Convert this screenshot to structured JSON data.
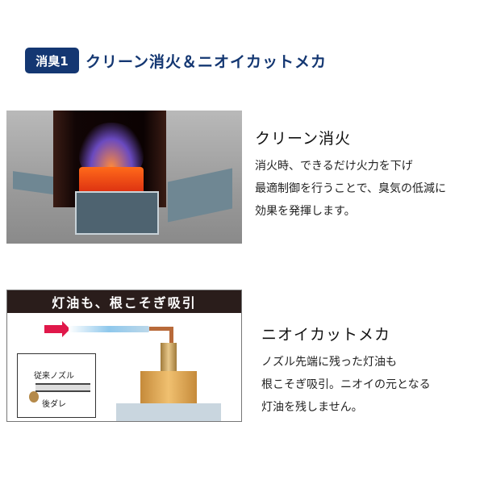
{
  "heading": {
    "badge": "消臭1",
    "title": "クリーン消火＆ニオイカットメカ",
    "accent_color": "#143772"
  },
  "section1": {
    "image_alt": "burner-cutaway-illustration",
    "title": "クリーン消火",
    "body_lines": [
      "消火時、できるだけ火力を下げ",
      "最適制御を行うことで、臭気の低減に",
      "効果を発揮します。"
    ]
  },
  "section2": {
    "image_header": "灯油も、根こそぎ吸引",
    "inset_label_top": "従来ノズル",
    "inset_label_bottom": "後ダレ",
    "title": "ニオイカットメカ",
    "body_lines": [
      "ノズル先端に残った灯油も",
      "根こそぎ吸引。ニオイの元となる",
      "灯油を残しません。"
    ]
  }
}
